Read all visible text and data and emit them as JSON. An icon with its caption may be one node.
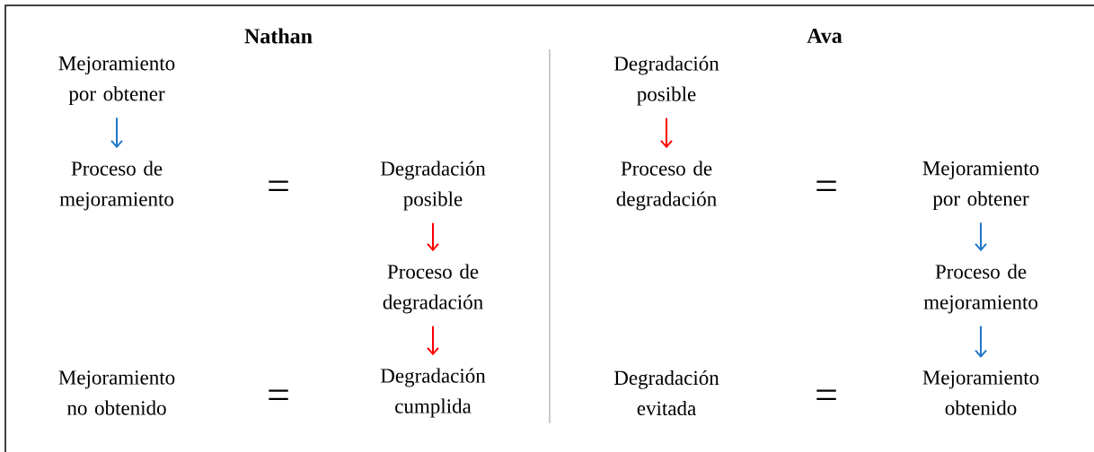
{
  "diagram": {
    "nodes": [
      {
        "text": [
          "Mejoramiento por obtener"
        ]
      },
      {
        "text": [
          "Proceso de mejoramiento"
        ]
      },
      {
        "text": [
          "Degradación posible"
        ]
      },
      {
        "text": [
          "Proceso de degradación"
        ]
      },
      {
        "text": [
          "Degradación cumplida"
        ]
      },
      {
        "text": [
          "Mejoramiento no obtenido"
        ]
      },
      {
        "text": [
          "Degradación posible"
        ]
      },
      {
        "text": [
          "Proceso de degradación"
        ]
      },
      {
        "text": [
          "Mejoramiento por obtener"
        ]
      },
      {
        "text": [
          "Proceso de mejoramiento"
        ]
      },
      {
        "text": [
          "Mejoramiento obtenido"
        ]
      },
      {
        "text": [
          "Degradación evitada"
        ]
      }
    ],
    "edges": [
      {
        "from": 0,
        "to": 1,
        "arrow": "to",
        "color": "#1f77c8"
      },
      {
        "from": 2,
        "to": 3,
        "arrow": "to",
        "color": "#ff0000"
      },
      {
        "from": 3,
        "to": 4,
        "arrow": "to",
        "color": "#ff0000"
      },
      {
        "from": 6,
        "to": 7,
        "arrow": "to",
        "color": "#ff0000"
      },
      {
        "from": 8,
        "to": 9,
        "arrow": "to",
        "color": "#1f77c8"
      },
      {
        "from": 9,
        "to": 10,
        "arrow": "to",
        "color": "#1f77c8"
      }
    ],
    "labels": [
      "Nathan",
      "Ava",
      "=",
      "=",
      "=",
      "="
    ]
  }
}
